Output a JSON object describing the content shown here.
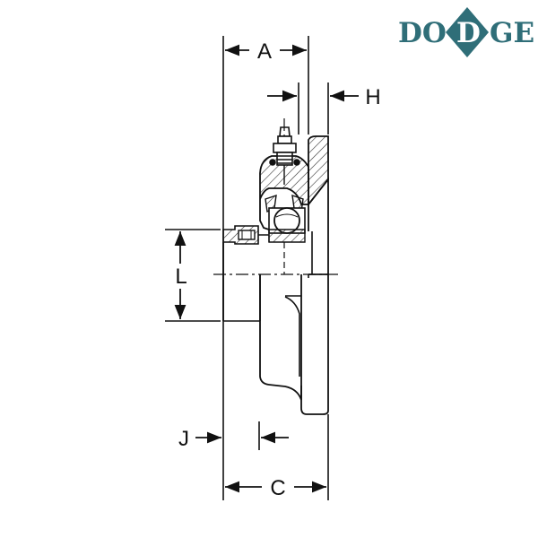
{
  "brand": {
    "logo_text_left": "DO",
    "logo_text_mid": "D",
    "logo_text_right": "GE",
    "logo_color": "#2f6e78"
  },
  "dimensions": {
    "A": "A",
    "H": "H",
    "L": "L",
    "J": "J",
    "C": "C"
  },
  "colors": {
    "ink": "#111111",
    "hatch": "#333333",
    "background": "#ffffff"
  }
}
